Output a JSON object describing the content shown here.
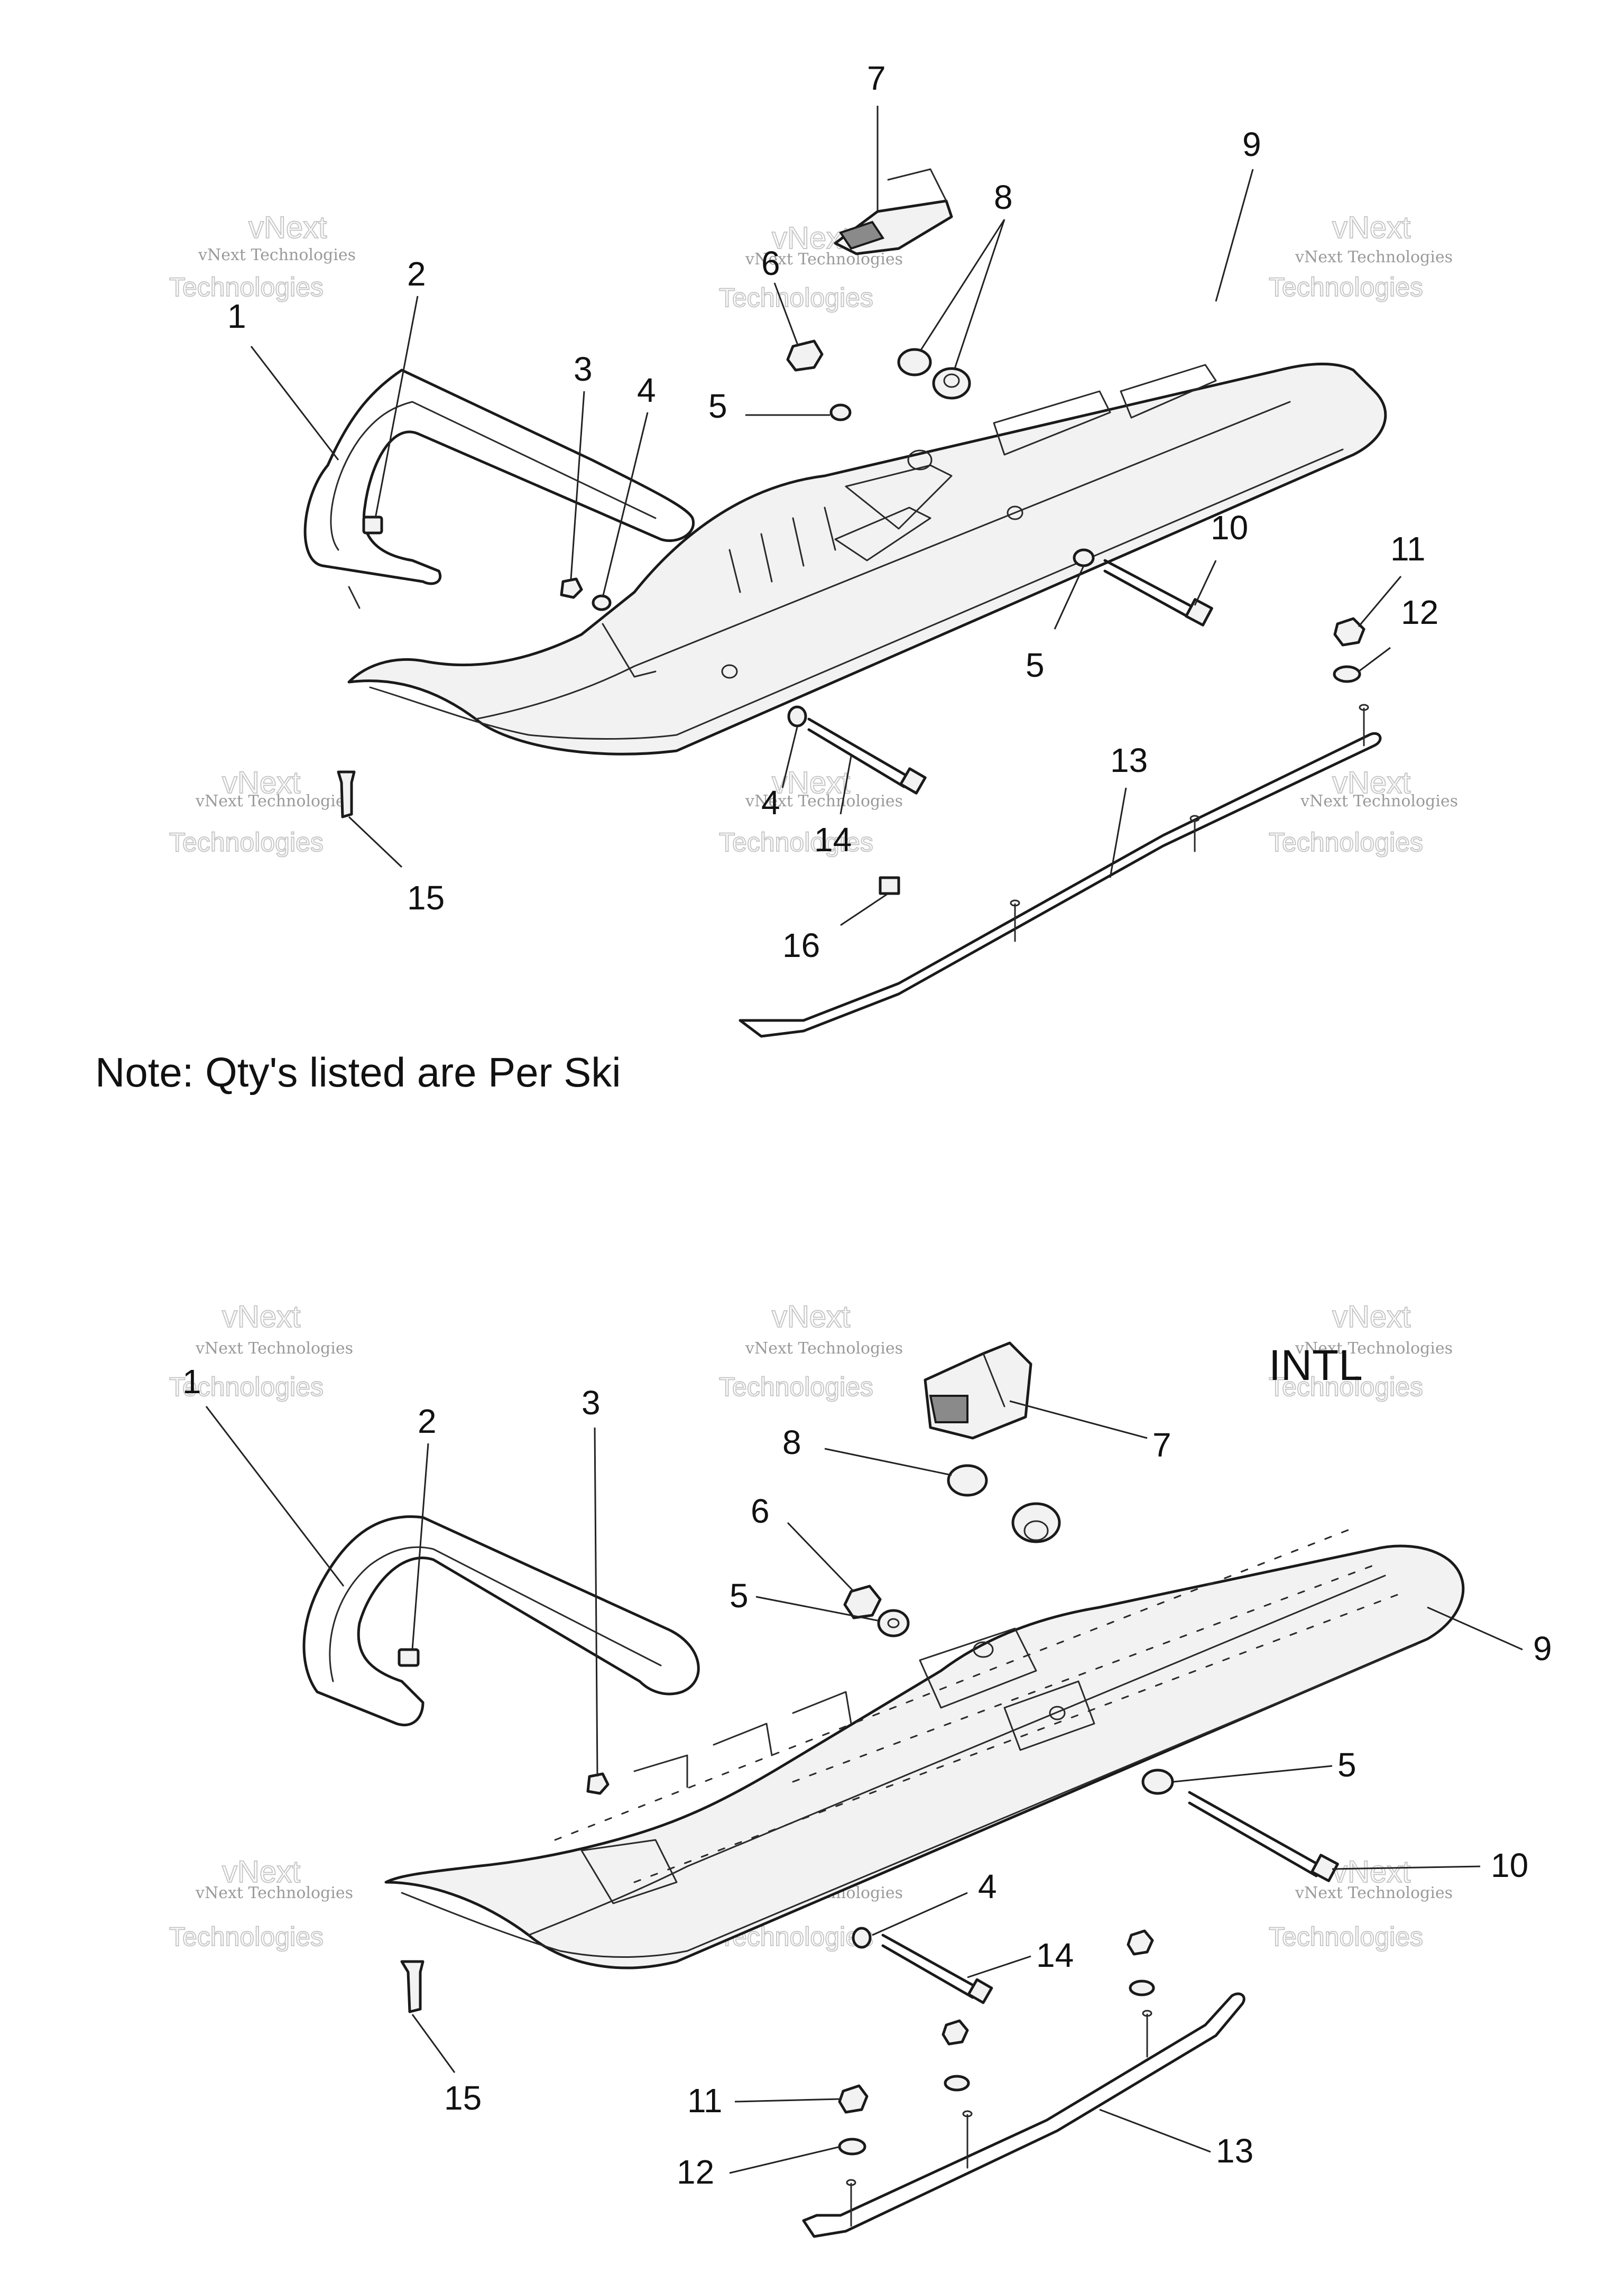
{
  "note": "Note: Qty's listed are Per Ski",
  "intl_label": "INTL",
  "watermark": {
    "small": "vNext Technologies",
    "logo_word": "vNext",
    "logo_word2": "Technologies"
  },
  "top_callouts": [
    "1",
    "2",
    "3",
    "4",
    "5",
    "6",
    "7",
    "8",
    "9",
    "10",
    "11",
    "12",
    "5",
    "4",
    "13",
    "14",
    "15",
    "16"
  ],
  "bottom_callouts": [
    "1",
    "2",
    "3",
    "7",
    "8",
    "6",
    "5",
    "9",
    "5",
    "10",
    "4",
    "14",
    "11",
    "15",
    "12",
    "13"
  ]
}
